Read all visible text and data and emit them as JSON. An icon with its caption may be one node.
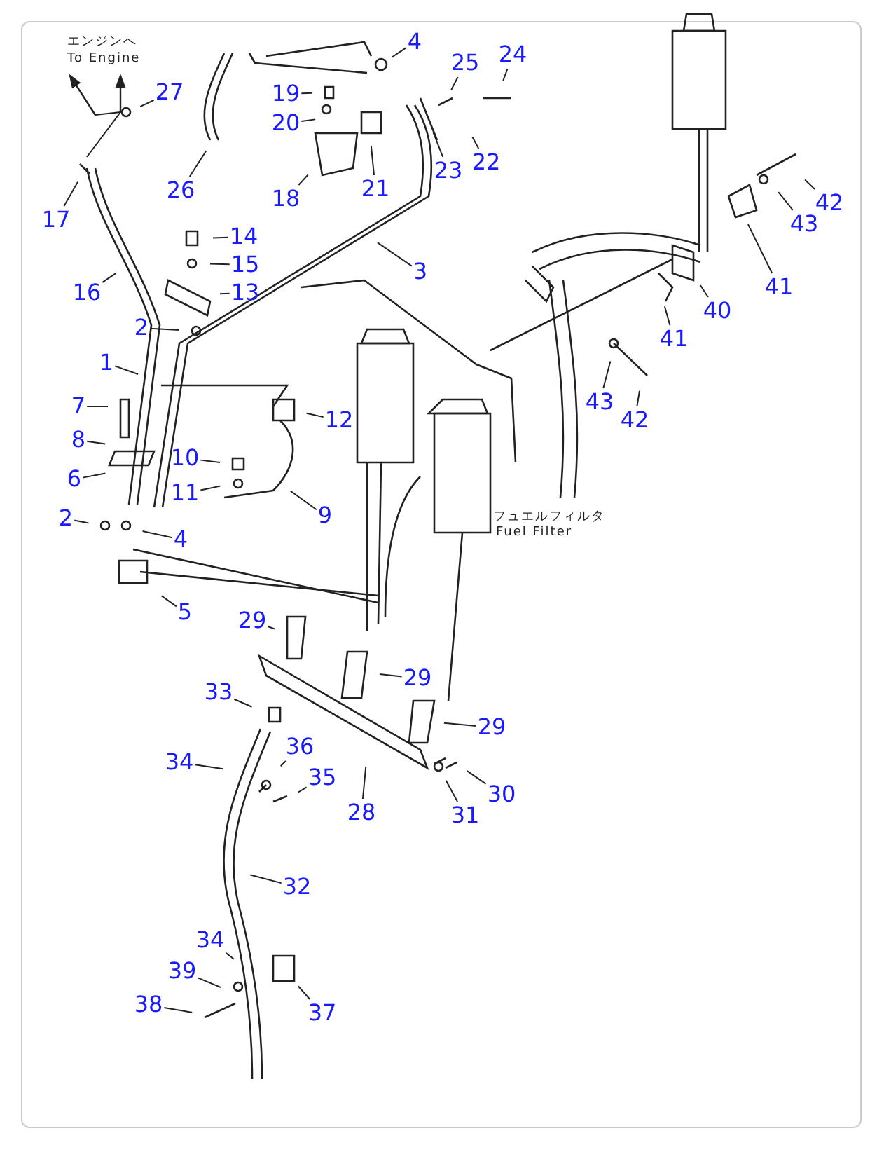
{
  "diagram": {
    "nodes": [
      {
        "text": [
          "4"
        ]
      },
      {
        "text": [
          "25"
        ]
      },
      {
        "text": [
          "24"
        ]
      },
      {
        "text": [
          "27"
        ]
      },
      {
        "text": [
          "19"
        ]
      },
      {
        "text": [
          "20"
        ]
      },
      {
        "text": [
          "22"
        ]
      },
      {
        "text": [
          "23"
        ]
      },
      {
        "text": [
          "18"
        ]
      },
      {
        "text": [
          "21"
        ]
      },
      {
        "text": [
          "26"
        ]
      },
      {
        "text": [
          "42"
        ]
      },
      {
        "text": [
          "43"
        ]
      },
      {
        "text": [
          "17"
        ]
      },
      {
        "text": [
          "41"
        ]
      },
      {
        "text": [
          "14"
        ]
      },
      {
        "text": [
          "15"
        ]
      },
      {
        "text": [
          "3"
        ]
      },
      {
        "text": [
          "16"
        ]
      },
      {
        "text": [
          "13"
        ]
      },
      {
        "text": [
          "40"
        ]
      },
      {
        "text": [
          "2"
        ]
      },
      {
        "text": [
          "41"
        ]
      },
      {
        "text": [
          "1"
        ]
      },
      {
        "text": [
          "43"
        ]
      },
      {
        "text": [
          "42"
        ]
      },
      {
        "text": [
          "7"
        ]
      },
      {
        "text": [
          "12"
        ]
      },
      {
        "text": [
          "8"
        ]
      },
      {
        "text": [
          "6"
        ]
      },
      {
        "text": [
          "10"
        ]
      },
      {
        "text": [
          "11"
        ]
      },
      {
        "text": [
          "9"
        ]
      },
      {
        "text": [
          "2"
        ]
      },
      {
        "text": [
          "4"
        ]
      },
      {
        "text": [
          "5"
        ]
      },
      {
        "text": [
          "29"
        ]
      },
      {
        "text": [
          "29"
        ]
      },
      {
        "text": [
          "33"
        ]
      },
      {
        "text": [
          "29"
        ]
      },
      {
        "text": [
          "34"
        ]
      },
      {
        "text": [
          "36"
        ]
      },
      {
        "text": [
          "35"
        ]
      },
      {
        "text": [
          "30"
        ]
      },
      {
        "text": [
          "31"
        ]
      },
      {
        "text": [
          "28"
        ]
      },
      {
        "text": [
          "32"
        ]
      },
      {
        "text": [
          "34"
        ]
      },
      {
        "text": [
          "39"
        ]
      },
      {
        "text": [
          "38"
        ]
      },
      {
        "text": [
          "37"
        ]
      }
    ],
    "edges": [
      {
        "from": 0,
        "to": null,
        "arrow": "none"
      },
      {
        "from": 1,
        "to": null,
        "arrow": "none"
      },
      {
        "from": 2,
        "to": null,
        "arrow": "none"
      },
      {
        "from": 3,
        "to": null,
        "arrow": "none"
      },
      {
        "from": 4,
        "to": null,
        "arrow": "none"
      },
      {
        "from": 5,
        "to": null,
        "arrow": "none"
      },
      {
        "from": 6,
        "to": null,
        "arrow": "none"
      },
      {
        "from": 7,
        "to": null,
        "arrow": "none"
      },
      {
        "from": 8,
        "to": null,
        "arrow": "none"
      },
      {
        "from": 9,
        "to": null,
        "arrow": "none"
      },
      {
        "from": 10,
        "to": null,
        "arrow": "none"
      },
      {
        "from": 11,
        "to": null,
        "arrow": "none"
      },
      {
        "from": 12,
        "to": null,
        "arrow": "none"
      },
      {
        "from": 13,
        "to": null,
        "arrow": "none"
      },
      {
        "from": 14,
        "to": null,
        "arrow": "none"
      },
      {
        "from": 15,
        "to": null,
        "arrow": "none"
      },
      {
        "from": 16,
        "to": null,
        "arrow": "none"
      },
      {
        "from": 17,
        "to": null,
        "arrow": "none"
      },
      {
        "from": 18,
        "to": null,
        "arrow": "none"
      },
      {
        "from": 19,
        "to": null,
        "arrow": "none"
      },
      {
        "from": 20,
        "to": null,
        "arrow": "none"
      },
      {
        "from": 21,
        "to": null,
        "arrow": "none"
      },
      {
        "from": 22,
        "to": null,
        "arrow": "none"
      },
      {
        "from": 23,
        "to": null,
        "arrow": "none"
      },
      {
        "from": 24,
        "to": null,
        "arrow": "none"
      },
      {
        "from": 25,
        "to": null,
        "arrow": "none"
      },
      {
        "from": 26,
        "to": null,
        "arrow": "none"
      },
      {
        "from": 27,
        "to": null,
        "arrow": "none"
      },
      {
        "from": 28,
        "to": null,
        "arrow": "none"
      },
      {
        "from": 29,
        "to": null,
        "arrow": "none"
      },
      {
        "from": 30,
        "to": null,
        "arrow": "none"
      },
      {
        "from": 31,
        "to": null,
        "arrow": "none"
      },
      {
        "from": 32,
        "to": null,
        "arrow": "none"
      },
      {
        "from": 33,
        "to": null,
        "arrow": "none"
      },
      {
        "from": 34,
        "to": null,
        "arrow": "none"
      },
      {
        "from": 35,
        "to": null,
        "arrow": "none"
      },
      {
        "from": 36,
        "to": null,
        "arrow": "none"
      },
      {
        "from": 37,
        "to": null,
        "arrow": "none"
      },
      {
        "from": 38,
        "to": null,
        "arrow": "none"
      },
      {
        "from": 39,
        "to": null,
        "arrow": "none"
      },
      {
        "from": 40,
        "to": null,
        "arrow": "none"
      },
      {
        "from": 41,
        "to": null,
        "arrow": "none"
      },
      {
        "from": 42,
        "to": null,
        "arrow": "none"
      },
      {
        "from": 43,
        "to": null,
        "arrow": "none"
      },
      {
        "from": 44,
        "to": null,
        "arrow": "none"
      },
      {
        "from": 45,
        "to": null,
        "arrow": "none"
      },
      {
        "from": 46,
        "to": null,
        "arrow": "none"
      },
      {
        "from": 47,
        "to": null,
        "arrow": "none"
      },
      {
        "from": 48,
        "to": null,
        "arrow": "none"
      },
      {
        "from": 49,
        "to": null,
        "arrow": "none"
      },
      {
        "from": 50,
        "to": null,
        "arrow": "none"
      }
    ],
    "labels": [
      "エンジンへ",
      "To Engine",
      "フュエルフィルタ",
      "Fuel Filter"
    ]
  }
}
